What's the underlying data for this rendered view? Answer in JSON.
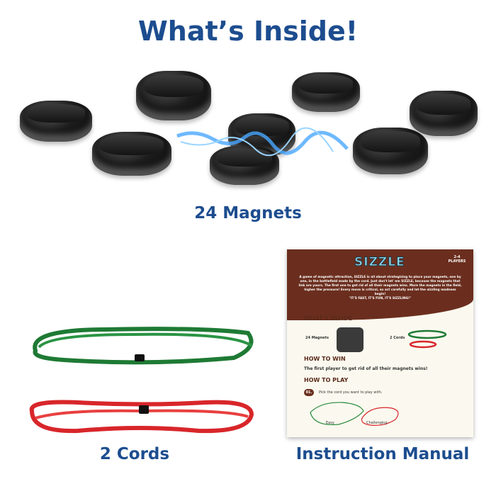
{
  "title": "What’s Inside!",
  "items": {
    "magnets_label": "24 Magnets",
    "cords_label": "2 Cords",
    "manual_label": "Instruction Manual"
  },
  "colors": {
    "title": "#1d4d8f",
    "cord_green": "#1e7a34",
    "cord_red": "#d8262a",
    "manual_header": "#6b2e1e"
  },
  "manual": {
    "logo": "SIZZLE",
    "players": "2-4 PLAYERS",
    "description": "A game of magnetic attraction, SIZZLE is all about strategizing to place your magnets, one by one, in the battlefield made by the cord. Just don't let' em SIZZLE, because the magnets that link are yours. The first one to get rid of all their magnets wins. More the magnets in the field, higher the pressure! Every move is critical, so act carefully and let the sizzling madness begin!",
    "tagline": "\"IT'S FAST, IT'S FUN, IT'S SIZZLING!\"",
    "whats_inside": "WHAT'S INSIDE",
    "magnets": "24 Magnets",
    "cords": "2 Cords",
    "how_to_win": "HOW TO WIN",
    "win_text": "The first player to get rid of all their magnets wins!",
    "how_to_play": "HOW TO PLAY",
    "step_num": "01.",
    "step_text": "Pick the cord you want to play with.",
    "easy": "Easy",
    "challenging": "Challenging"
  }
}
